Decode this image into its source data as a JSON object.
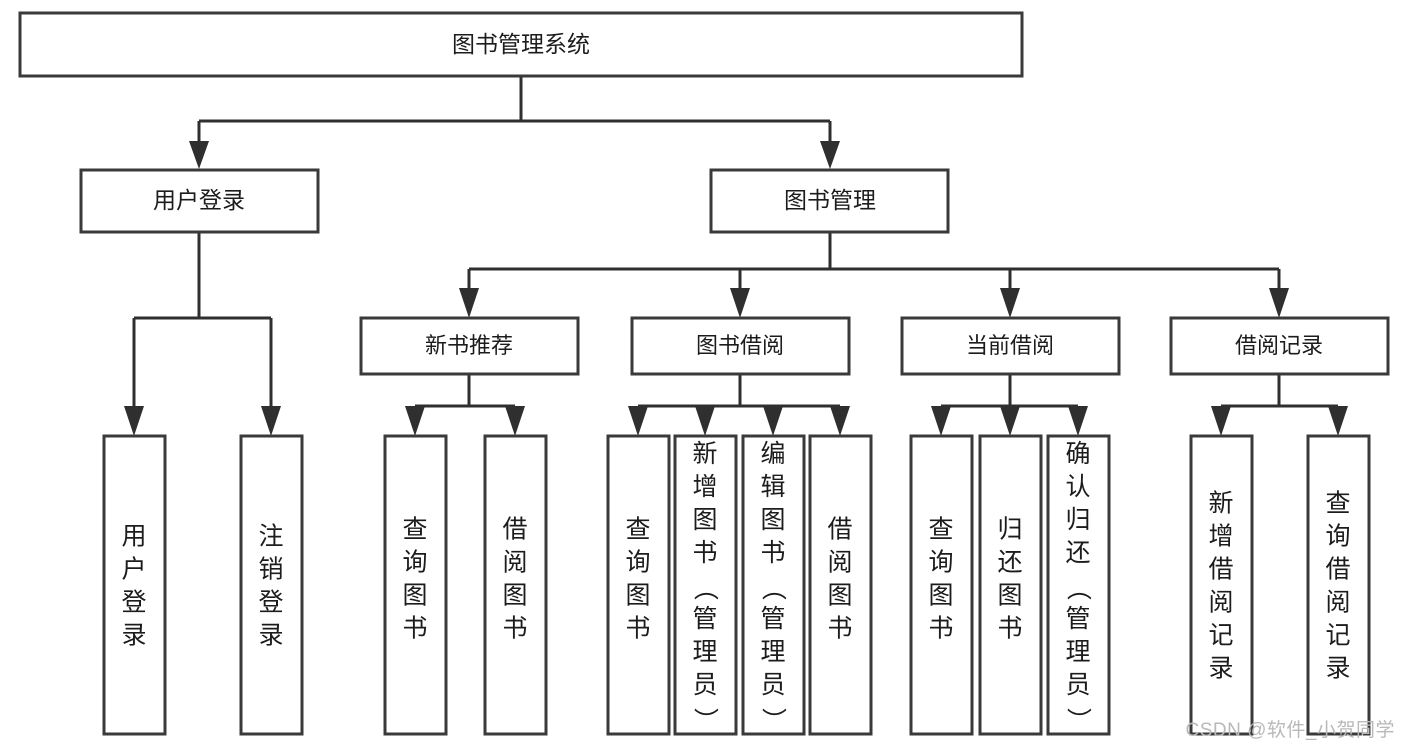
{
  "diagram": {
    "type": "tree-hierarchy-flowchart",
    "title": "图书管理系统",
    "watermark": "CSDN @软件_小贺同学",
    "background_color": "#ffffff",
    "box_stroke_color": "#3a3a3a",
    "connector_color": "#2f2f2f",
    "text_color": "#1c1c1c",
    "root": {
      "id": "root",
      "label": "图书管理系统",
      "orientation": "horizontal"
    },
    "level2": [
      {
        "id": "user-login",
        "label": "用户登录",
        "orientation": "horizontal"
      },
      {
        "id": "book-management",
        "label": "图书管理",
        "orientation": "horizontal"
      }
    ],
    "level3": [
      {
        "id": "new-book-recommend",
        "label": "新书推荐",
        "orientation": "horizontal",
        "parent": "book-management"
      },
      {
        "id": "book-borrow",
        "label": "图书借阅",
        "orientation": "horizontal",
        "parent": "book-management"
      },
      {
        "id": "current-borrow",
        "label": "当前借阅",
        "orientation": "horizontal",
        "parent": "book-management"
      },
      {
        "id": "borrow-record",
        "label": "借阅记录",
        "orientation": "horizontal",
        "parent": "book-management"
      }
    ],
    "leaves": [
      {
        "id": "leaf-user-login",
        "label": "用户登录",
        "orientation": "vertical",
        "parent": "user-login"
      },
      {
        "id": "leaf-logout-login",
        "label": "注销登录",
        "orientation": "vertical",
        "parent": "user-login"
      },
      {
        "id": "leaf-query-book-1",
        "label": "查询图书",
        "orientation": "vertical",
        "parent": "new-book-recommend"
      },
      {
        "id": "leaf-borrow-book-1",
        "label": "借阅图书",
        "orientation": "vertical",
        "parent": "new-book-recommend"
      },
      {
        "id": "leaf-query-book-2",
        "label": "查询图书",
        "orientation": "vertical",
        "parent": "book-borrow"
      },
      {
        "id": "leaf-add-book",
        "label": "新增图书（管理员）",
        "orientation": "vertical",
        "parent": "book-borrow"
      },
      {
        "id": "leaf-edit-book",
        "label": "编辑图书（管理员）",
        "orientation": "vertical",
        "parent": "book-borrow"
      },
      {
        "id": "leaf-borrow-book-2",
        "label": "借阅图书",
        "orientation": "vertical",
        "parent": "book-borrow"
      },
      {
        "id": "leaf-query-book-3",
        "label": "查询图书",
        "orientation": "vertical",
        "parent": "current-borrow"
      },
      {
        "id": "leaf-return-book",
        "label": "归还图书",
        "orientation": "vertical",
        "parent": "current-borrow"
      },
      {
        "id": "leaf-confirm-return",
        "label": "确认归还（管理员）",
        "orientation": "vertical",
        "parent": "current-borrow"
      },
      {
        "id": "leaf-add-record",
        "label": "新增借阅记录",
        "orientation": "vertical",
        "parent": "borrow-record"
      },
      {
        "id": "leaf-query-record",
        "label": "查询借阅记录",
        "orientation": "vertical",
        "parent": "borrow-record"
      }
    ]
  }
}
